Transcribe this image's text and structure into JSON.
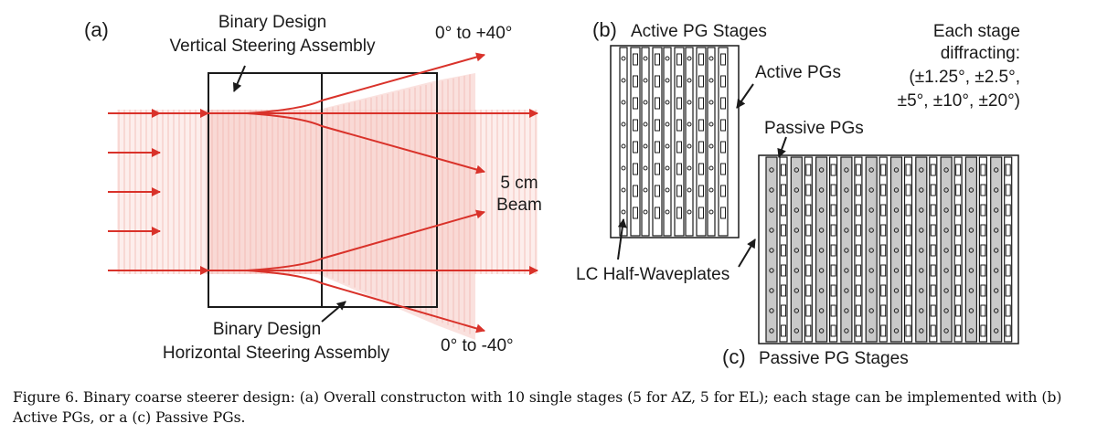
{
  "figure": {
    "panel_a": {
      "label": "(a)",
      "top_title_line1": "Binary Design",
      "top_title_line2": "Vertical Steering Assembly",
      "bottom_title_line1": "Binary Design",
      "bottom_title_line2": "Horizontal Steering Assembly",
      "range_top": "0° to +40°",
      "range_bottom": "0° to -40°",
      "beam_line1": "5 cm",
      "beam_line2": "Beam"
    },
    "panel_b": {
      "label": "(b)",
      "title": "Active PG Stages",
      "active_pgs": "Active PGs",
      "lc_half_waveplates": "LC Half-Waveplates"
    },
    "panel_c": {
      "label": "(c)",
      "title": "Passive PG Stages",
      "passive_pgs": "Passive PGs"
    },
    "stage_note": {
      "line1": "Each stage",
      "line2": "diffracting:",
      "line3": "(±1.25°, ±2.5°,",
      "line4": "±5°, ±10°, ±20°)"
    },
    "colors": {
      "beam": "#d9322a",
      "hatch": "#f2b6b0",
      "stroke": "#1a1a1a",
      "passive_fill": "#c9c9c9"
    }
  },
  "caption": {
    "text": "Figure 6. Binary coarse steerer design: (a) Overall constructon with 10 single stages (5 for AZ, 5 for EL); each stage can be implemented with (b) Active PGs, or a (c) Passive PGs."
  }
}
